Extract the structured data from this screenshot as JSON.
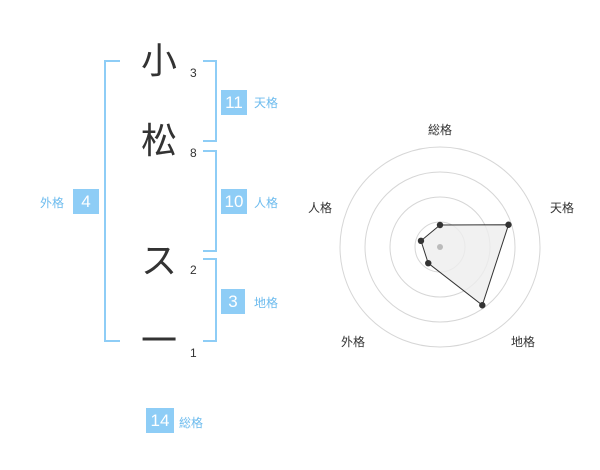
{
  "colors": {
    "badge": "#8ecdf6",
    "bracket": "#8ecdf6",
    "label": "#6cbbee",
    "text": "#333333"
  },
  "name_chars": [
    {
      "char": "小",
      "strokes": "3"
    },
    {
      "char": "松",
      "strokes": "8"
    },
    {
      "char": "ス",
      "strokes": "2"
    },
    {
      "char": "一",
      "strokes": "1"
    }
  ],
  "scores": {
    "tenkaku": {
      "value": "11",
      "label": "天格"
    },
    "jinkaku": {
      "value": "10",
      "label": "人格"
    },
    "chikaku": {
      "value": "3",
      "label": "地格"
    },
    "gaikaku": {
      "value": "4",
      "label": "外格"
    },
    "soukaku": {
      "value": "14",
      "label": "総格"
    }
  },
  "chart_data": {
    "type": "radar",
    "axes": [
      "総格",
      "天格",
      "地格",
      "外格",
      "人格"
    ],
    "values": [
      1.1,
      3.6,
      3.6,
      1.0,
      1.0
    ],
    "max": 5,
    "rings": 4,
    "series_color": "#333333",
    "fill_color": "#eeeeee"
  }
}
